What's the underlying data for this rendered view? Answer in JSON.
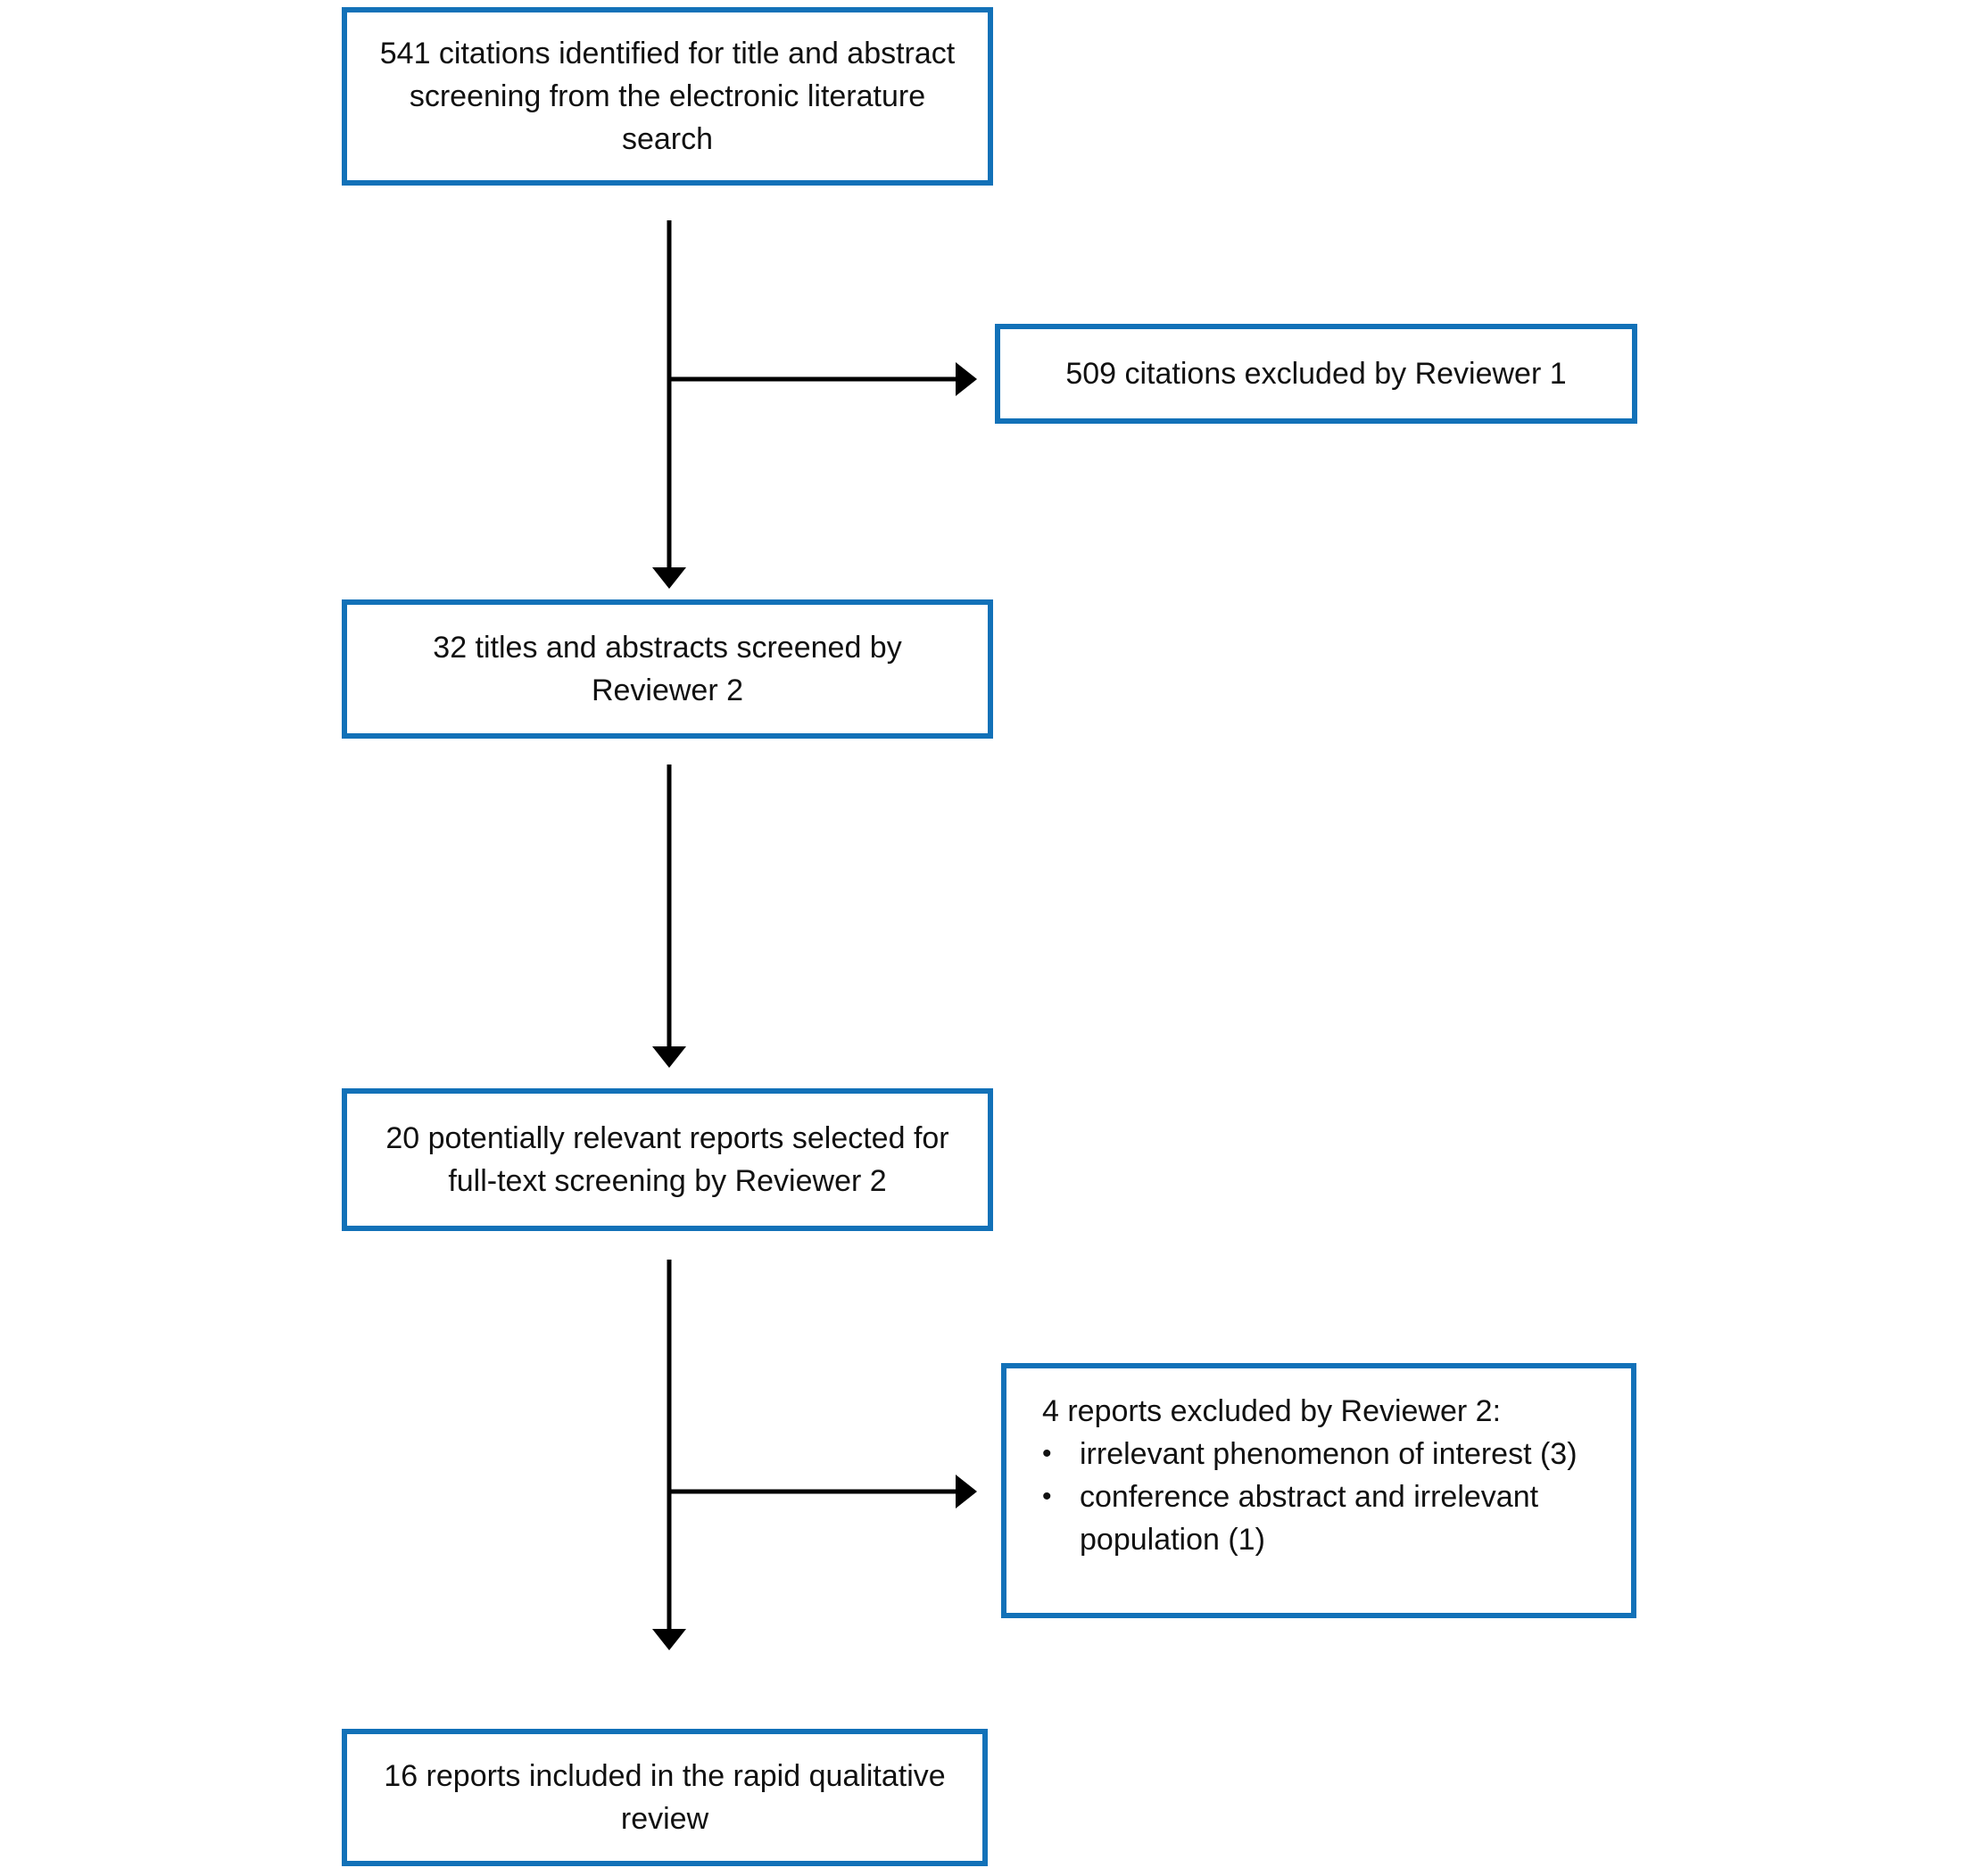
{
  "diagram": {
    "colors": {
      "box_border": "#1271b8",
      "arrow": "#000000",
      "text": "#111111",
      "background": "#ffffff"
    },
    "icons": {
      "bullet": "•"
    },
    "boxes": {
      "identified": {
        "text": "541 citations identified for title and abstract screening from the electronic literature search"
      },
      "excluded_reviewer1": {
        "text": "509 citations excluded by Reviewer 1"
      },
      "screened_reviewer2": {
        "text": "32 titles and abstracts screened by Reviewer 2"
      },
      "fulltext_selected": {
        "text": "20 potentially relevant reports selected for full-text screening by Reviewer 2"
      },
      "excluded_reviewer2": {
        "heading": "4 reports excluded by Reviewer 2:",
        "bullets": [
          "irrelevant phenomenon of interest (3)",
          "conference abstract and irrelevant population (1)"
        ]
      },
      "included": {
        "text": "16 reports included in the rapid qualitative review"
      }
    }
  }
}
